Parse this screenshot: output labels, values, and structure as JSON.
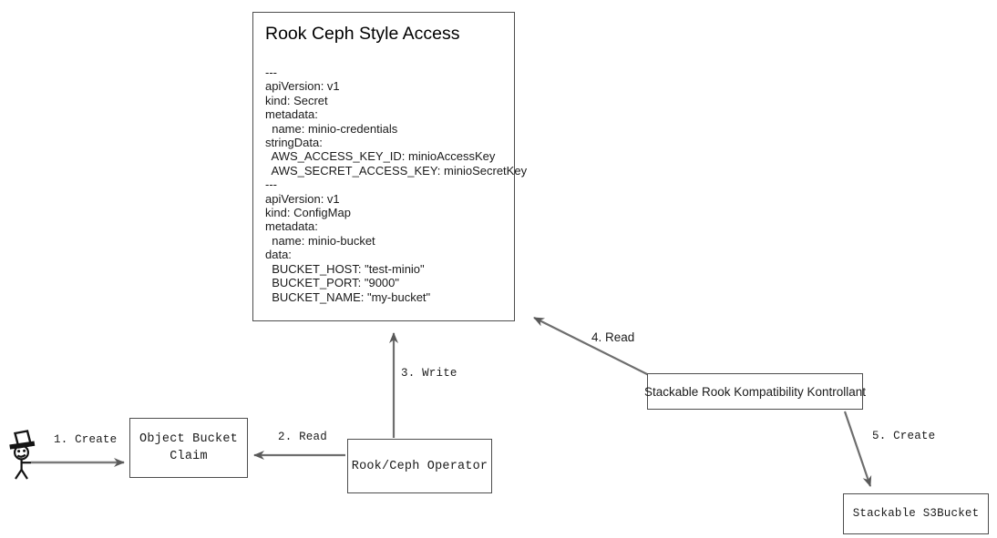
{
  "diagram": {
    "title_node": {
      "id": "rook-ceph-style-access",
      "title": "Rook Ceph Style Access",
      "yaml": "---\napiVersion: v1\nkind: Secret\nmetadata:\n  name: minio-credentials\nstringData:\n  AWS_ACCESS_KEY_ID: minioAccessKey\n  AWS_SECRET_ACCESS_KEY: minioSecretKey\n---\napiVersion: v1\nkind: ConfigMap\nmetadata:\n  name: minio-bucket\ndata:\n  BUCKET_HOST: \"test-minio\"\n  BUCKET_PORT: \"9000\"\n  BUCKET_NAME: \"my-bucket\""
    },
    "nodes": [
      {
        "id": "object-bucket-claim",
        "label": "Object Bucket\nClaim",
        "font": "mono"
      },
      {
        "id": "rook-ceph-operator",
        "label": "Rook/Ceph Operator",
        "font": "mono"
      },
      {
        "id": "stackable-rook-kompatibility-kontrollant",
        "label": "Stackable Rook Kompatibility Kontrollant",
        "font": "sans"
      },
      {
        "id": "stackable-s3bucket",
        "label": "Stackable S3Bucket",
        "font": "mono"
      }
    ],
    "actor": {
      "id": "user-actor",
      "shape": "stick-figure-with-top-hat"
    },
    "edges": [
      {
        "id": "edge-1",
        "label": "1. Create",
        "font": "mono",
        "from": "user-actor",
        "to": "object-bucket-claim"
      },
      {
        "id": "edge-2",
        "label": "2. Read",
        "font": "mono",
        "from": "rook-ceph-operator",
        "to": "object-bucket-claim"
      },
      {
        "id": "edge-3",
        "label": "3. Write",
        "font": "mono",
        "from": "rook-ceph-operator",
        "to": "rook-ceph-style-access"
      },
      {
        "id": "edge-4",
        "label": "4. Read",
        "font": "sans",
        "from": "stackable-rook-kompatibility-kontrollant",
        "to": "rook-ceph-style-access"
      },
      {
        "id": "edge-5",
        "label": "5. Create",
        "font": "mono",
        "from": "stackable-rook-kompatibility-kontrollant",
        "to": "stackable-s3bucket"
      }
    ],
    "colors": {
      "stroke": "#4d4d4d",
      "arrow": "#595959",
      "text": "#1a1a1a",
      "background": "#ffffff"
    }
  }
}
